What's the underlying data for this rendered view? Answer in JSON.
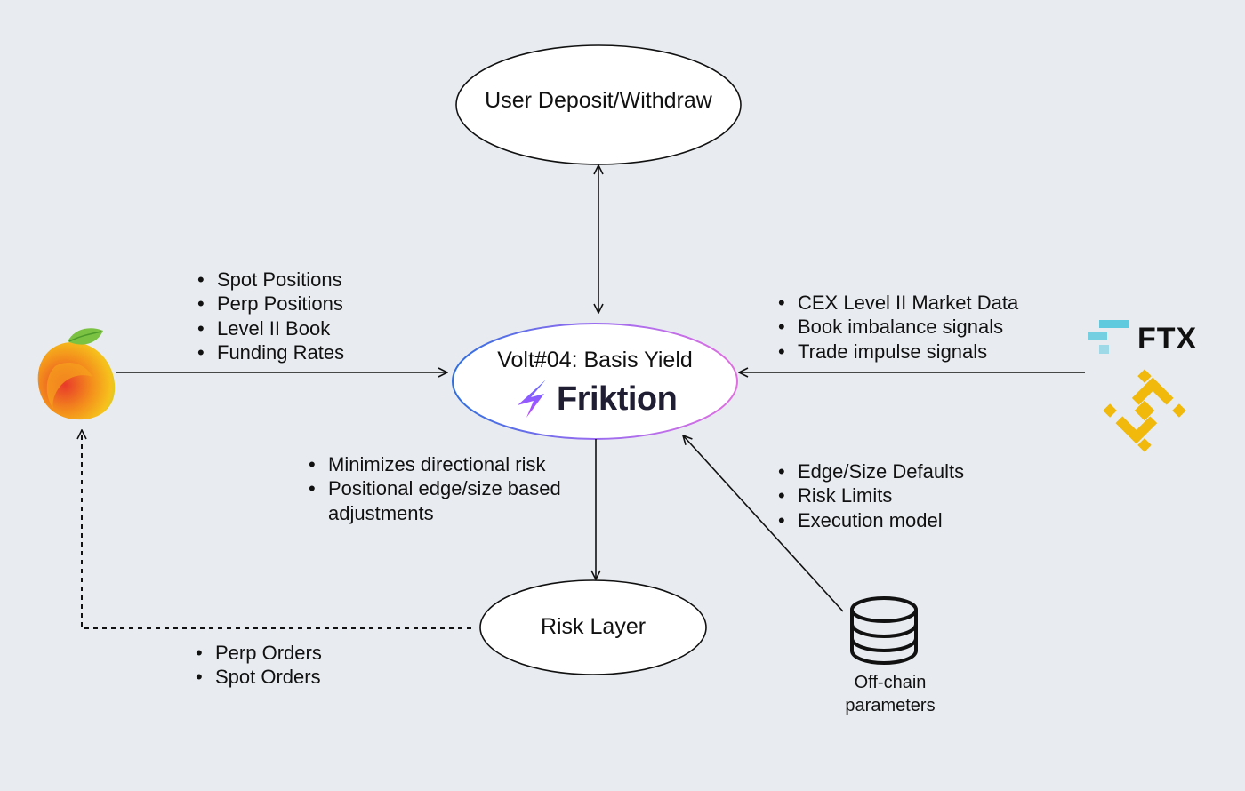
{
  "nodes": {
    "user": "User Deposit/Withdraw",
    "volt_title": "Volt#04: Basis Yield",
    "volt_brand": "Friktion",
    "risk": "Risk Layer",
    "offchain": [
      "Off-chain",
      "parameters"
    ],
    "ftx": "FTX"
  },
  "lists": {
    "mango_inputs": [
      "Spot Positions",
      "Perp Positions",
      "Level II Book",
      "Funding Rates"
    ],
    "cex_inputs": [
      "CEX Level II Market Data",
      "Book imbalance signals",
      "Trade impulse signals"
    ],
    "risk_notes": [
      "Minimizes directional risk",
      "Positional edge/size based",
      "adjustments"
    ],
    "offchain_params": [
      "Edge/Size Defaults",
      "Risk Limits",
      "Execution model"
    ],
    "orders": [
      "Perp Orders",
      "Spot Orders"
    ]
  },
  "icons": {
    "mango": "mango-logo-icon",
    "ftx": "ftx-logo-icon",
    "binance": "binance-logo-icon",
    "database": "database-icon",
    "bolt": "friktion-bolt-icon"
  },
  "colors": {
    "background": "#e8ecf1",
    "ftx_teal": "#5fcade",
    "binance_gold": "#f0b90b",
    "volt_gradient_start": "#2f6fe0",
    "volt_gradient_end": "#e070e0",
    "friktion_purple": "#8a4dff"
  }
}
